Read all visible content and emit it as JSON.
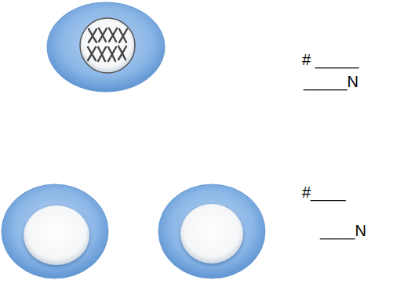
{
  "diagram": {
    "labels": [
      "# _____",
      "_____N",
      "#____",
      "____N"
    ]
  }
}
